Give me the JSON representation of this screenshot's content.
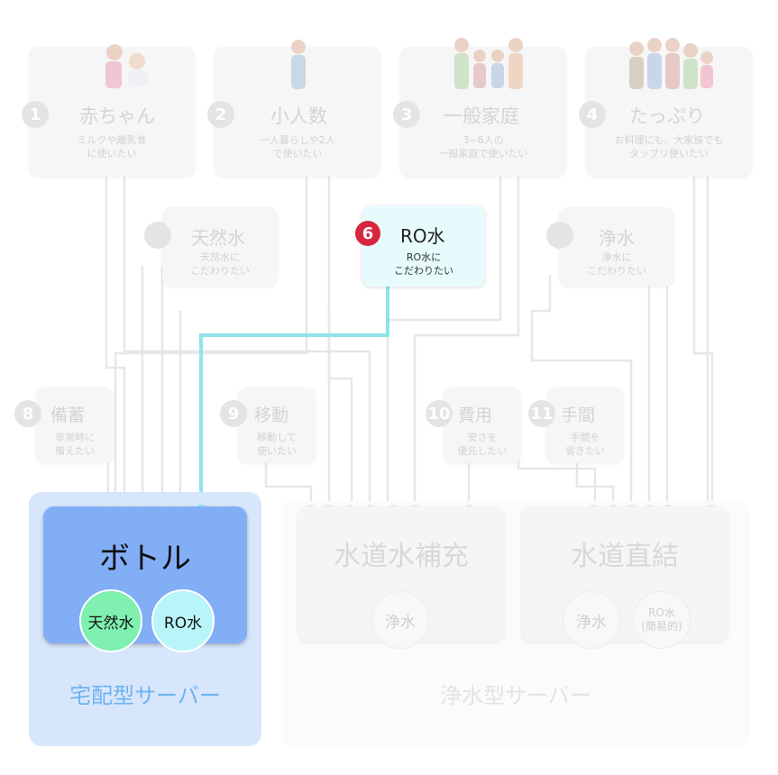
{
  "needs": [
    {
      "num": "1",
      "title": "赤ちゃん",
      "desc": "ミルクや離乳食\nに使いたい"
    },
    {
      "num": "2",
      "title": "小人数",
      "desc": "一人暮らしや2人\nで使いたい"
    },
    {
      "num": "3",
      "title": "一般家庭",
      "desc": "3~6人の\n一般家庭で使いたい"
    },
    {
      "num": "4",
      "title": "たっぷり",
      "desc": "お料理にも、大家族でも\nタップリ使いたい"
    }
  ],
  "water": [
    {
      "num": "",
      "title": "天然水",
      "desc": "天然水に\nこだわりたい"
    },
    {
      "num": "6",
      "title": "RO水",
      "desc": "RO水に\nこだわりたい"
    },
    {
      "num": "",
      "title": "浄水",
      "desc": "浄水に\nこだわりたい"
    }
  ],
  "concerns": [
    {
      "num": "8",
      "title": "備蓄",
      "desc": "非常時に\n備えたい"
    },
    {
      "num": "9",
      "title": "移動",
      "desc": "移動して\n使いたい"
    },
    {
      "num": "10",
      "title": "費用",
      "desc": "安さを\n優先したい"
    },
    {
      "num": "11",
      "title": "手間",
      "desc": "手間を\n省きたい"
    }
  ],
  "servers": {
    "delivery": {
      "group_label": "宅配型サーバー",
      "bottle_title": "ボトル",
      "options": [
        "天然水",
        "RO水"
      ]
    },
    "purifier": {
      "group_label": "浄水型サーバー",
      "refill_title": "水道水補充",
      "refill_options": [
        "浄水"
      ],
      "direct_title": "水道直結",
      "direct_options": [
        "浄水",
        "RO水\n(簡易的)"
      ]
    }
  },
  "colors": {
    "highlight_line": "#8fe3ec",
    "selected_card": "#e7fbfc",
    "selected_badge": "#d7263d",
    "bottle_blue": "#82aef6",
    "delivery_panel": "#d7e6fb",
    "natural_circle": "#7ff0b0",
    "ro_circle": "#b8f5f8",
    "group_label": "#6fb3f0"
  }
}
